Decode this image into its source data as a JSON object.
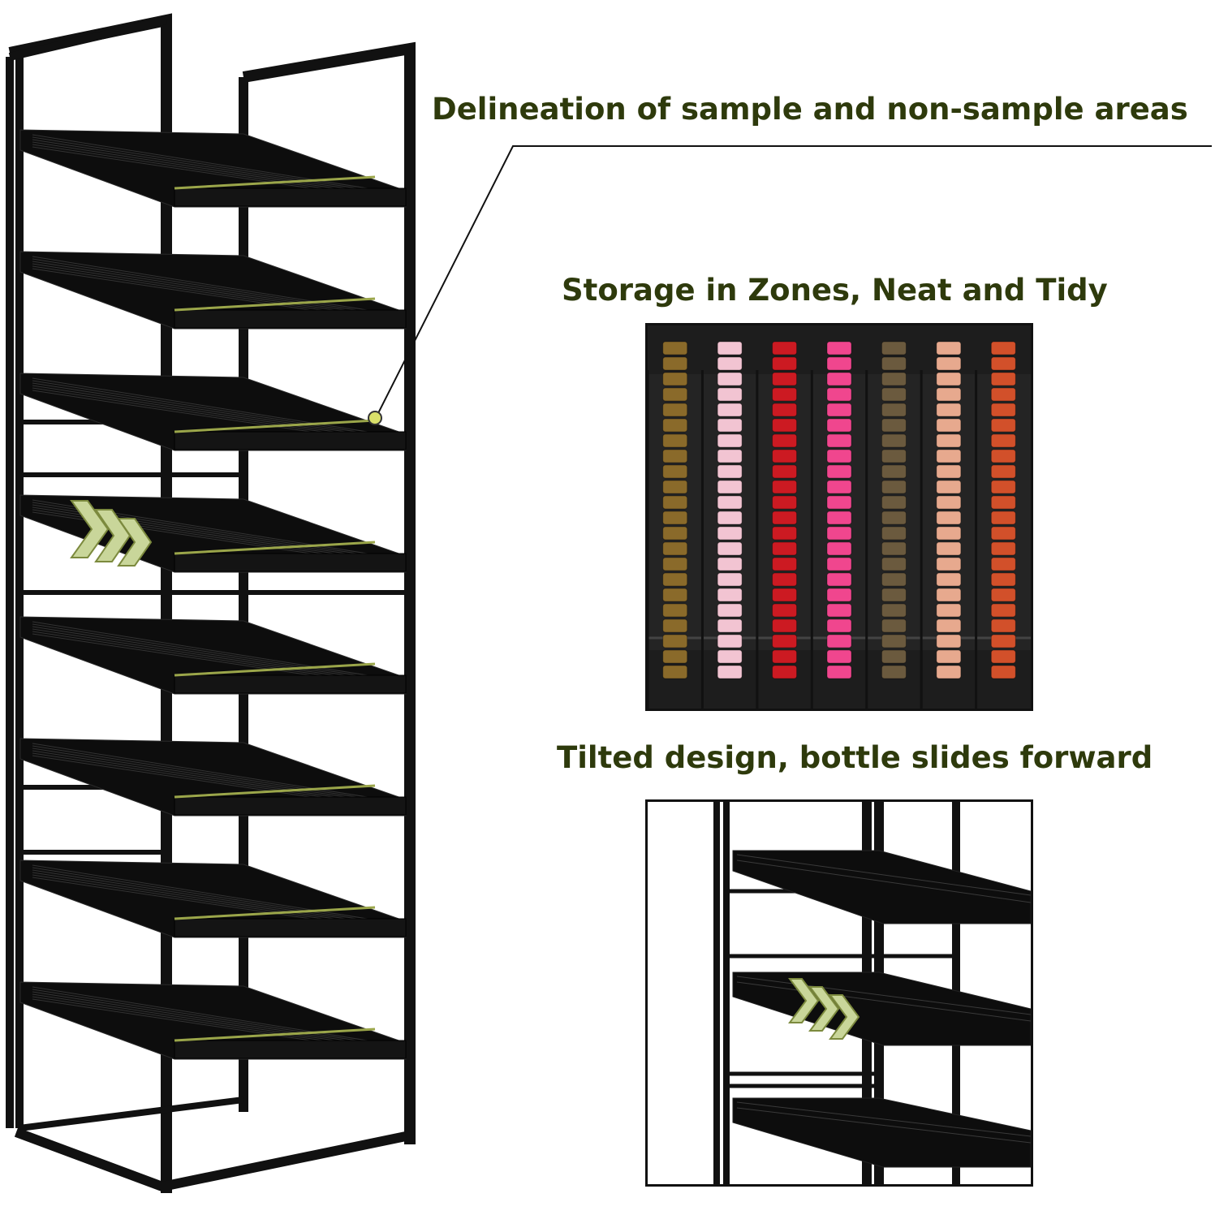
{
  "captions": {
    "delineation": "Delineation of sample and non-sample areas",
    "zones": "Storage in Zones, Neat and Tidy",
    "tilted": "Tilted design, bottle slides forward"
  },
  "colors": {
    "caption_text": "#2e3a0c",
    "rack_frame": "#111111",
    "divider_line": "#9ba64a",
    "arrow_fill": "#c9d69a"
  },
  "product": {
    "name": "tiered black metal rack",
    "tiers": 8
  },
  "zones_inset": {
    "lanes": [
      {
        "item": "amber glass bottles",
        "color": "#8a6a2a"
      },
      {
        "item": "light pink bottles",
        "color": "#f2c4d2"
      },
      {
        "item": "red glitter bottles",
        "color": "#cc1a22"
      },
      {
        "item": "hot pink bottles",
        "color": "#f0468e"
      },
      {
        "item": "clear faceted bottles",
        "color": "#6b5a3e"
      },
      {
        "item": "peach bottles",
        "color": "#e7a98e"
      },
      {
        "item": "copper ball bottles",
        "color": "#d2502a"
      }
    ]
  }
}
